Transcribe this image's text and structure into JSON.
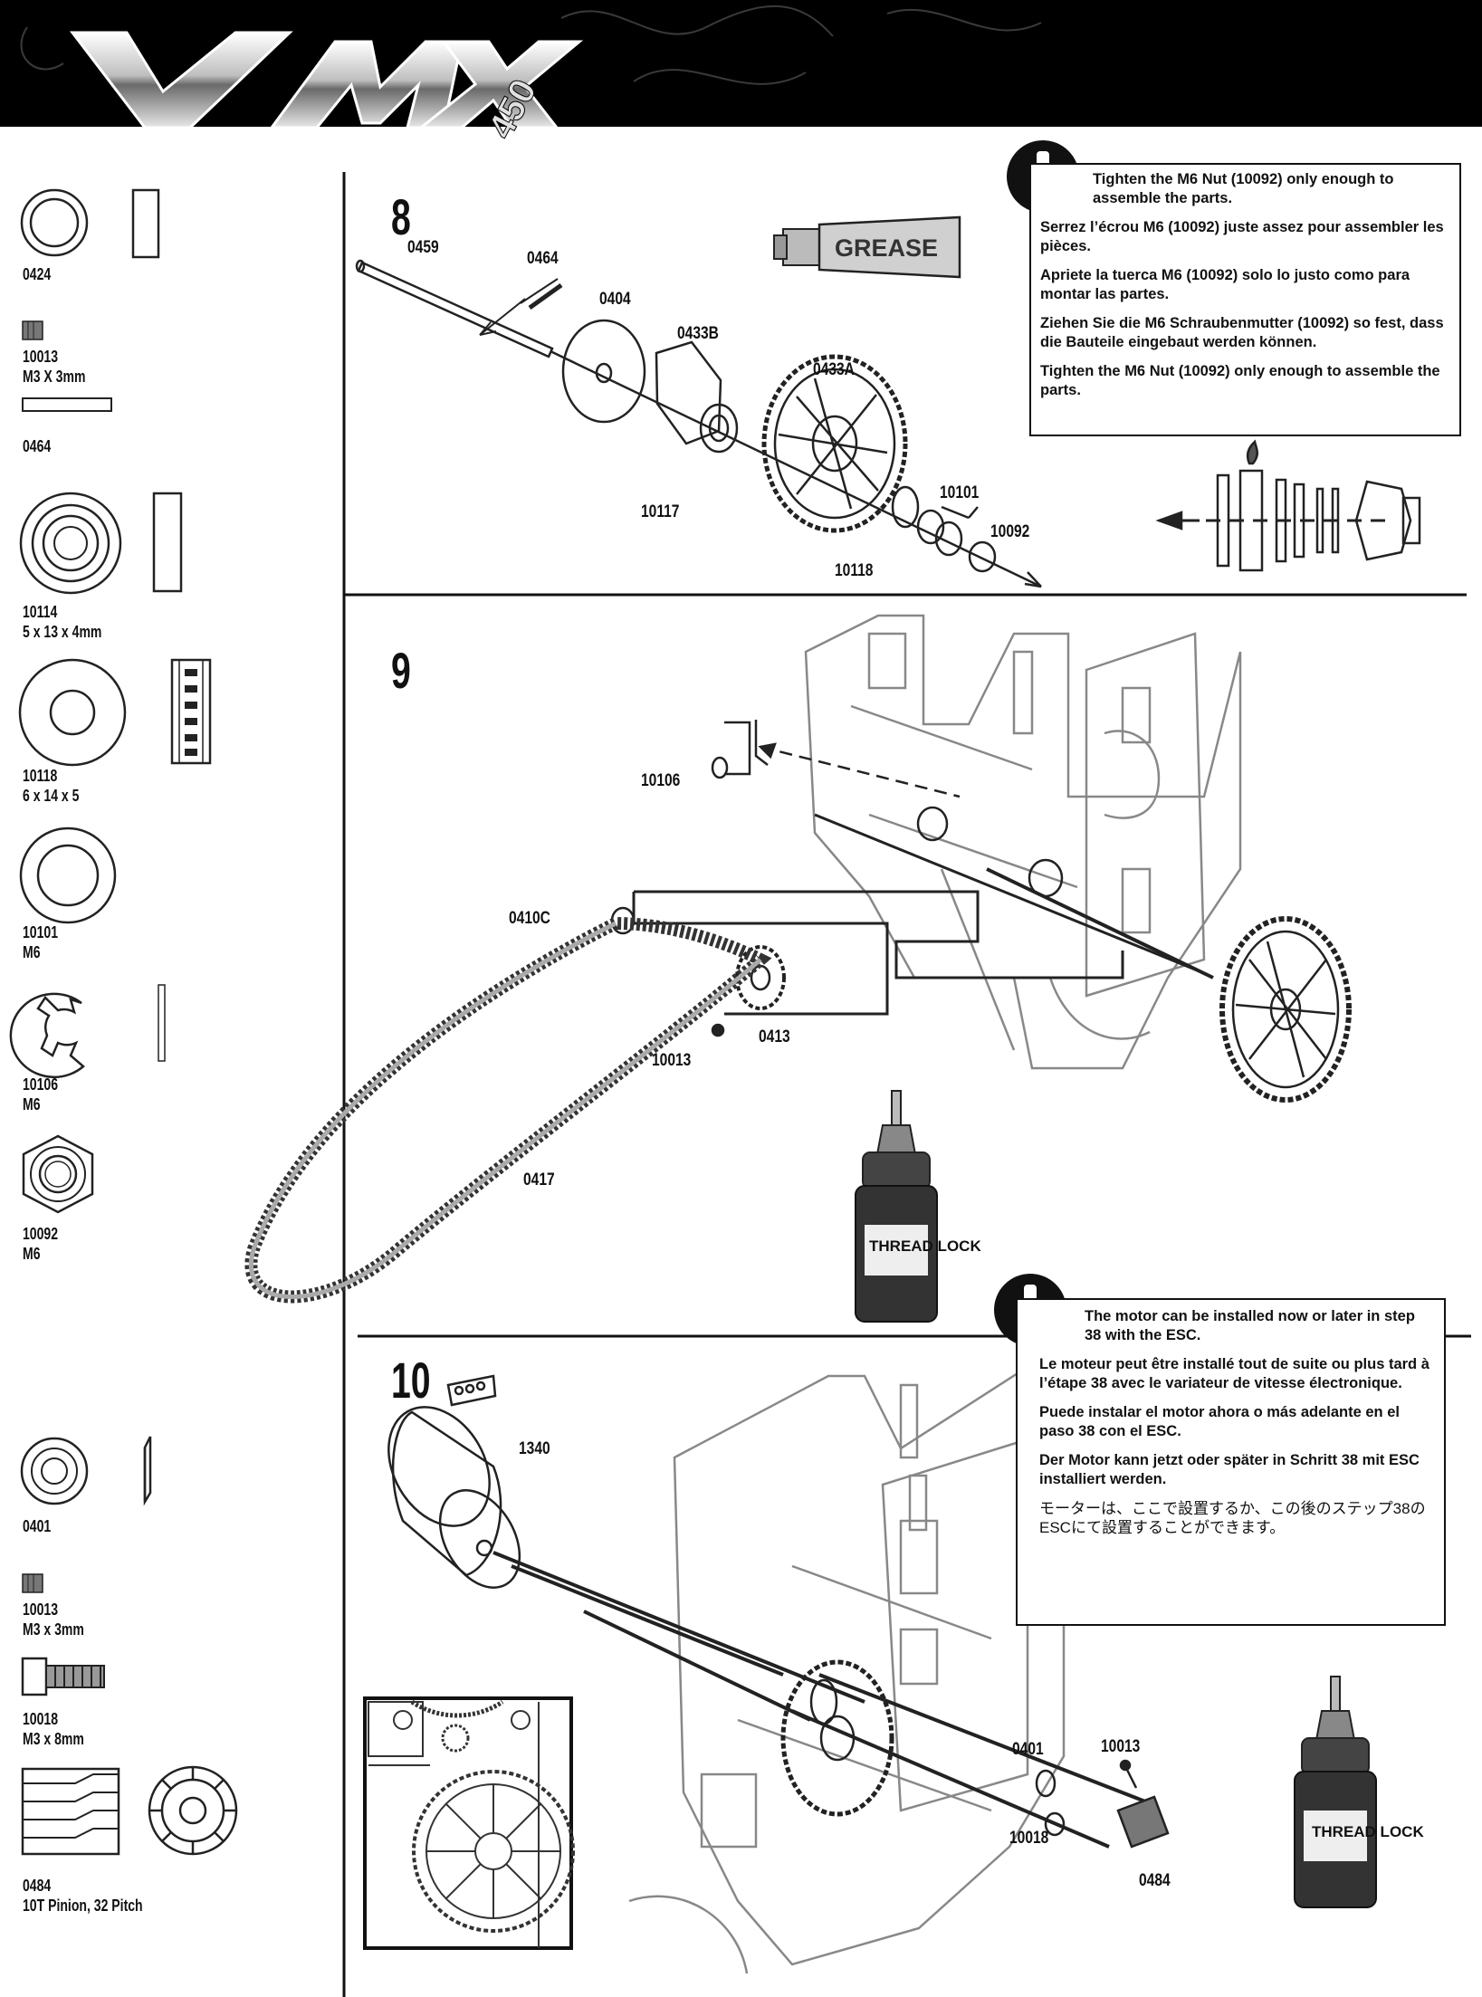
{
  "header": {
    "logo_text": "VMX",
    "logo_model": "450",
    "bg_color": "#000000"
  },
  "sidebar": {
    "group1": [
      {
        "id": "0424",
        "label": "0424"
      },
      {
        "id": "10013",
        "label": "10013\nM3 X 3mm"
      },
      {
        "id": "0464",
        "label": "0464"
      },
      {
        "id": "10114",
        "label": "10114\n5 x 13 x 4mm"
      },
      {
        "id": "10118",
        "label": "10118\n6 x 14 x 5"
      },
      {
        "id": "10101",
        "label": "10101\nM6"
      },
      {
        "id": "10106",
        "label": "10106\nM6"
      },
      {
        "id": "10092",
        "label": "10092\nM6"
      }
    ],
    "group2": [
      {
        "id": "0401",
        "label": "0401"
      },
      {
        "id": "10013b",
        "label": "10013\nM3 x 3mm"
      },
      {
        "id": "10018",
        "label": "10018\nM3 x 8mm"
      },
      {
        "id": "0484",
        "label": "0484\n10T Pinion, 32 Pitch"
      }
    ]
  },
  "step8": {
    "number": "8",
    "grease_label": "GREASE",
    "callouts": [
      "0459",
      "0464",
      "0404",
      "0433B",
      "0433A",
      "10117",
      "10101",
      "10092",
      "10118"
    ],
    "note": [
      "Tighten the M6 Nut (10092) only enough to assemble the parts.",
      "Serrez l’écrou M6 (10092) juste assez pour assembler les pièces.",
      "Apriete la tuerca M6 (10092) solo lo justo como para montar las partes.",
      "Ziehen Sie die M6 Schraubenmutter (10092) so fest, dass die Bauteile eingebaut werden können.",
      "Tighten the M6 Nut (10092) only enough to assemble the parts."
    ]
  },
  "step9": {
    "number": "9",
    "callouts": [
      "10106",
      "0410C",
      "0413",
      "10013",
      "0417"
    ],
    "threadlock_label": "THREAD LOCK"
  },
  "step10": {
    "number": "10",
    "callouts": [
      "1340",
      "0401",
      "10013",
      "10018",
      "0484"
    ],
    "threadlock_label": "THREAD LOCK",
    "note": [
      "The motor can be installed now or later in step 38 with the ESC.",
      "Le moteur peut être installé tout de suite ou plus tard à l’étape 38 avec le variateur de vitesse électronique.",
      "Puede instalar el motor ahora o más adelante en el paso 38 con el ESC.",
      "Der Motor kann jetzt oder später in Schritt 38 mit ESC installiert werden.",
      "モーターは、ここで設置するか、この後のステップ38のESCにて設置することができます。"
    ]
  }
}
